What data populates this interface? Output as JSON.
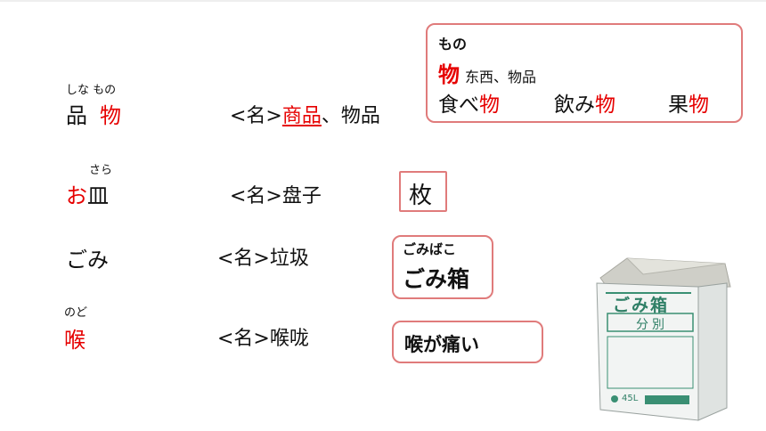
{
  "colors": {
    "accent": "#e60000",
    "box_border": "#e07b7b"
  },
  "rows": [
    {
      "ruby": "しな もの",
      "word_a": "品",
      "word_b": "物",
      "def_tag": "<名>",
      "def_main": "商品",
      "def_rest": "、物品"
    },
    {
      "ruby": "さら",
      "word_a": "お",
      "word_b": "皿",
      "def_tag": "<名>",
      "def_rest": "盘子"
    },
    {
      "word": "ごみ",
      "def_tag": "<名>",
      "def_rest": "垃圾"
    },
    {
      "ruby": "のど",
      "word": "喉",
      "def_tag": "<名>",
      "def_rest": "喉咙"
    }
  ],
  "mono_box": {
    "reading": "もの",
    "kanji": "物",
    "meaning": "东西、物品",
    "examples": [
      {
        "pre": "食べ",
        "kanji": "物"
      },
      {
        "pre": "飲み",
        "kanji": "物"
      },
      {
        "pre": "果",
        "kanji": "物"
      }
    ]
  },
  "counter_box": {
    "text": "枚"
  },
  "gomibako_box": {
    "reading": "ごみばこ",
    "word": "ごみ箱"
  },
  "nodo_box": {
    "text": "喉が痛い"
  },
  "trash_image": {
    "title": "ごみ箱",
    "sub": "分別",
    "size": "45L"
  }
}
